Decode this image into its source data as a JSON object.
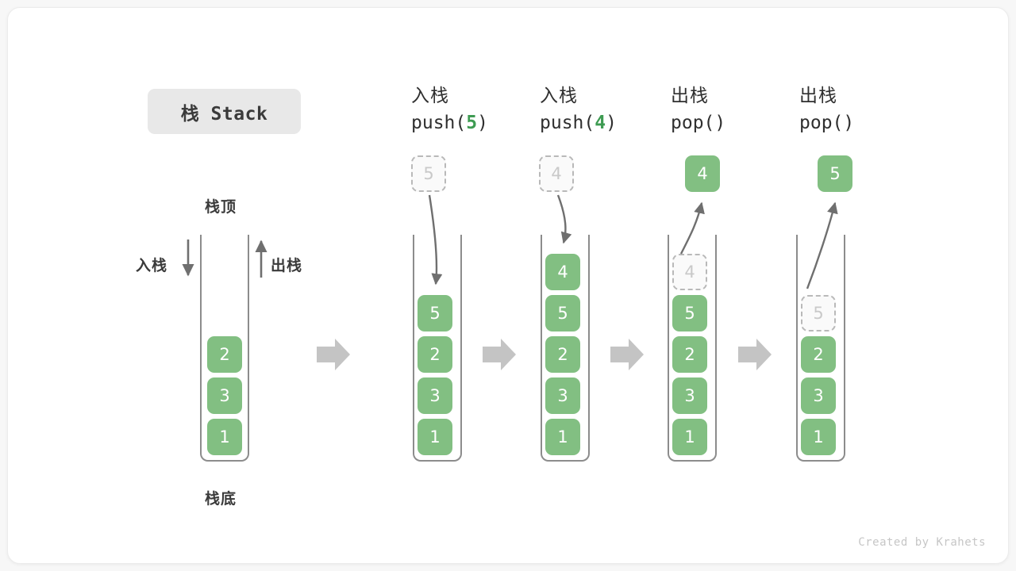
{
  "title": {
    "chip_label": "栈 Stack"
  },
  "footer": {
    "credit": "Created by Krahets"
  },
  "colors": {
    "cell_green": "#82bf82",
    "arg_green": "#3e9b52",
    "tube_gray": "#8c8c8c",
    "ghost_gray": "#b9b9b9",
    "flow_arrow_gray": "#c4c4c4",
    "card_bg": "#ffffff",
    "page_bg": "#f7f7f7",
    "chip_bg": "#e8e8e8"
  },
  "annotations": {
    "top_label": "栈顶",
    "bottom_label": "栈底",
    "push_side_label": "入栈",
    "pop_side_label": "出栈"
  },
  "columns": [
    {
      "id": "initial",
      "header_cn": "",
      "header_code": "",
      "header_arg": "",
      "incoming": null,
      "outgoing": null,
      "cells": [
        {
          "value": "2",
          "state": "solid"
        },
        {
          "value": "3",
          "state": "solid"
        },
        {
          "value": "1",
          "state": "solid"
        }
      ]
    },
    {
      "id": "push-5",
      "header_cn": "入栈",
      "header_code_pre": "push(",
      "header_arg": "5",
      "header_code_post": ")",
      "floating": {
        "value": "5",
        "state": "ghost",
        "direction": "down"
      },
      "cells": [
        {
          "value": "5",
          "state": "solid"
        },
        {
          "value": "2",
          "state": "solid"
        },
        {
          "value": "3",
          "state": "solid"
        },
        {
          "value": "1",
          "state": "solid"
        }
      ]
    },
    {
      "id": "push-4",
      "header_cn": "入栈",
      "header_code_pre": "push(",
      "header_arg": "4",
      "header_code_post": ")",
      "floating": {
        "value": "4",
        "state": "ghost",
        "direction": "down"
      },
      "cells": [
        {
          "value": "4",
          "state": "solid"
        },
        {
          "value": "5",
          "state": "solid"
        },
        {
          "value": "2",
          "state": "solid"
        },
        {
          "value": "3",
          "state": "solid"
        },
        {
          "value": "1",
          "state": "solid"
        }
      ]
    },
    {
      "id": "pop-4",
      "header_cn": "出栈",
      "header_code_pre": "pop(",
      "header_arg": "",
      "header_code_post": ")",
      "floating": {
        "value": "4",
        "state": "solid",
        "direction": "up"
      },
      "cells": [
        {
          "value": "4",
          "state": "ghost"
        },
        {
          "value": "5",
          "state": "solid"
        },
        {
          "value": "2",
          "state": "solid"
        },
        {
          "value": "3",
          "state": "solid"
        },
        {
          "value": "1",
          "state": "solid"
        }
      ]
    },
    {
      "id": "pop-5",
      "header_cn": "出栈",
      "header_code_pre": "pop(",
      "header_arg": "",
      "header_code_post": ")",
      "floating": {
        "value": "5",
        "state": "solid",
        "direction": "up"
      },
      "cells": [
        {
          "value": "5",
          "state": "ghost"
        },
        {
          "value": "2",
          "state": "solid"
        },
        {
          "value": "3",
          "state": "solid"
        },
        {
          "value": "1",
          "state": "solid"
        }
      ]
    }
  ]
}
